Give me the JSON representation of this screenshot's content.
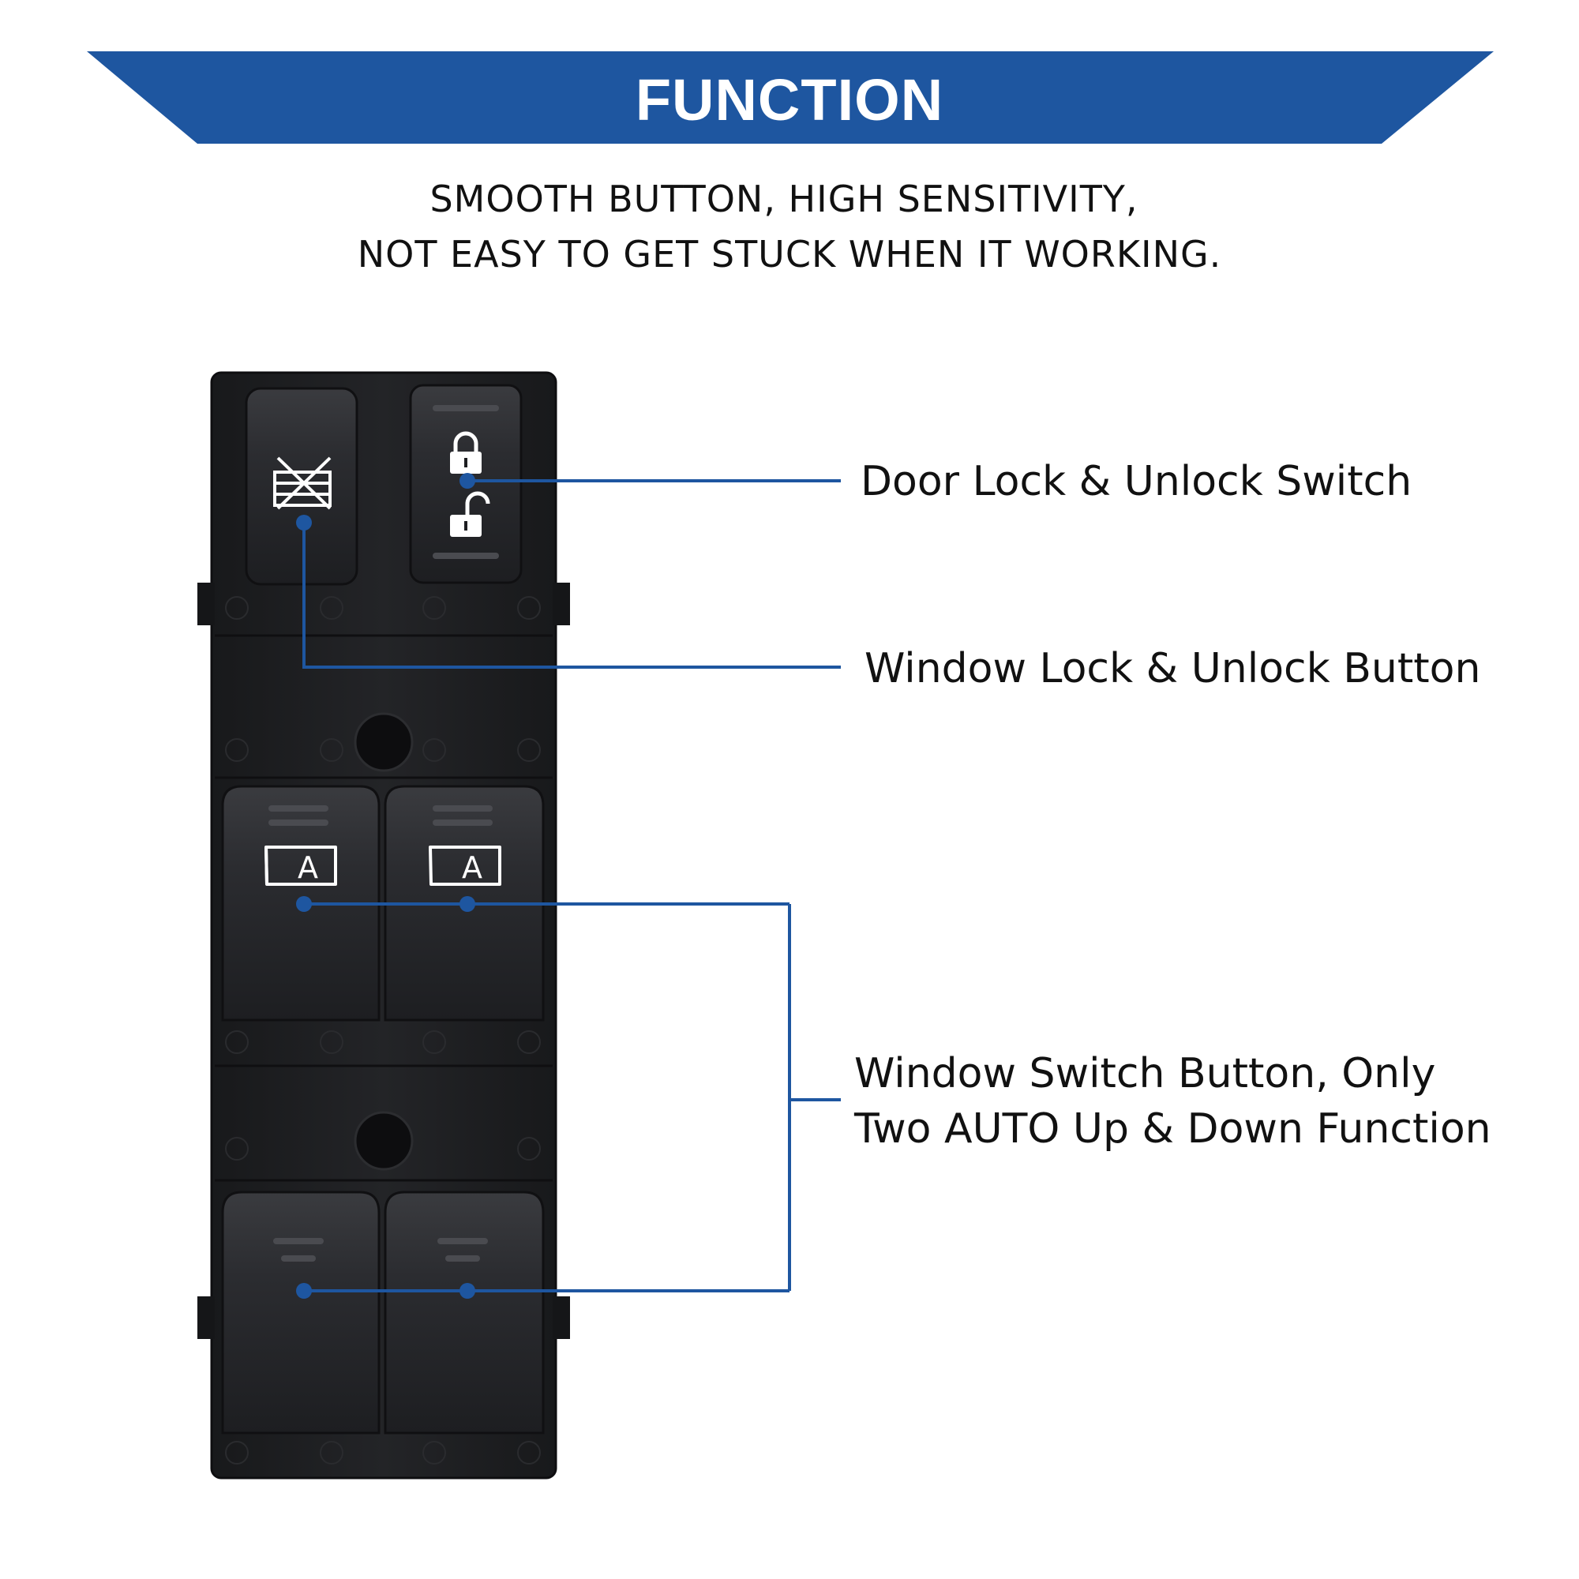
{
  "header": {
    "title": "FUNCTION",
    "subtitle_lines": [
      "SMOOTH BUTTON, HIGH SENSITIVITY,",
      "NOT EASY TO GET STUCK WHEN IT WORKING."
    ]
  },
  "callouts": {
    "door_lock": "Door Lock & Unlock Switch",
    "window_lock": "Window Lock & Unlock Button",
    "window_switch_lines": [
      "Window Switch Button, Only",
      "Two AUTO Up & Down Function"
    ]
  },
  "labels": {
    "auto_symbol": "A"
  },
  "icons": [
    "lock-closed-icon",
    "lock-open-icon",
    "window-lock-icon",
    "auto-window-icon"
  ],
  "colors": {
    "banner": "#1e56a0",
    "leader": "#1e56a0",
    "panel": "#1c1d1f",
    "button": "#2a2b2e"
  }
}
